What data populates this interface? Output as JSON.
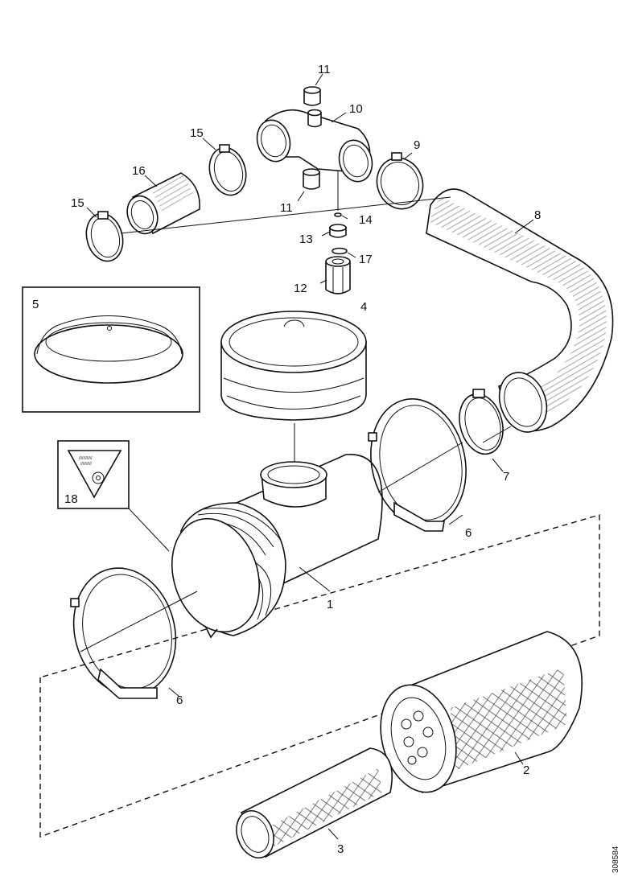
{
  "callouts": [
    {
      "id": "c1",
      "text": "1"
    },
    {
      "id": "c2",
      "text": "2"
    },
    {
      "id": "c3",
      "text": "3"
    },
    {
      "id": "c4",
      "text": "4"
    },
    {
      "id": "c5",
      "text": "5"
    },
    {
      "id": "c6a",
      "text": "6"
    },
    {
      "id": "c6b",
      "text": "6"
    },
    {
      "id": "c7",
      "text": "7"
    },
    {
      "id": "c8",
      "text": "8"
    },
    {
      "id": "c9",
      "text": "9"
    },
    {
      "id": "c10",
      "text": "10"
    },
    {
      "id": "c11a",
      "text": "11"
    },
    {
      "id": "c11b",
      "text": "11"
    },
    {
      "id": "c12",
      "text": "12"
    },
    {
      "id": "c13",
      "text": "13"
    },
    {
      "id": "c14",
      "text": "14"
    },
    {
      "id": "c15a",
      "text": "15"
    },
    {
      "id": "c15b",
      "text": "15"
    },
    {
      "id": "c16",
      "text": "16"
    },
    {
      "id": "c17",
      "text": "17"
    },
    {
      "id": "c18",
      "text": "18"
    }
  ],
  "doc_id": "308584"
}
